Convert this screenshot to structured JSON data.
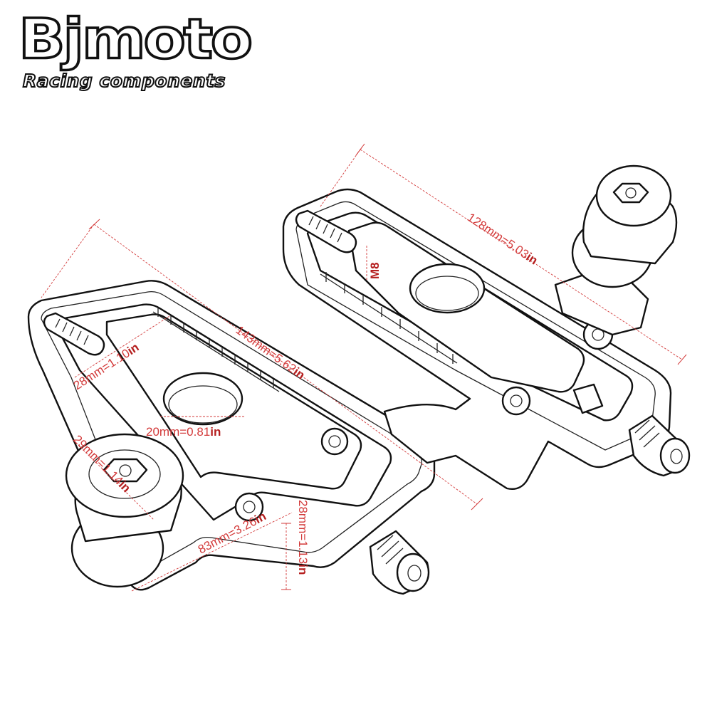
{
  "brand": {
    "name": "Bjmoto",
    "tagline": "Racing components",
    "accent_color": "#d33a3a",
    "line_color": "#111111"
  },
  "dimensions": {
    "length_left": "143mm=5.62",
    "length_right": "128mm=5.03",
    "slot_width": "28mm=1.10",
    "hole_diameter": "20mm=0.81",
    "spool_diameter": "29mm=1.14",
    "bracket_length": "83mm=3.26",
    "bracket_height": "28mm=1.13",
    "thread": "M8",
    "unit": "in"
  }
}
